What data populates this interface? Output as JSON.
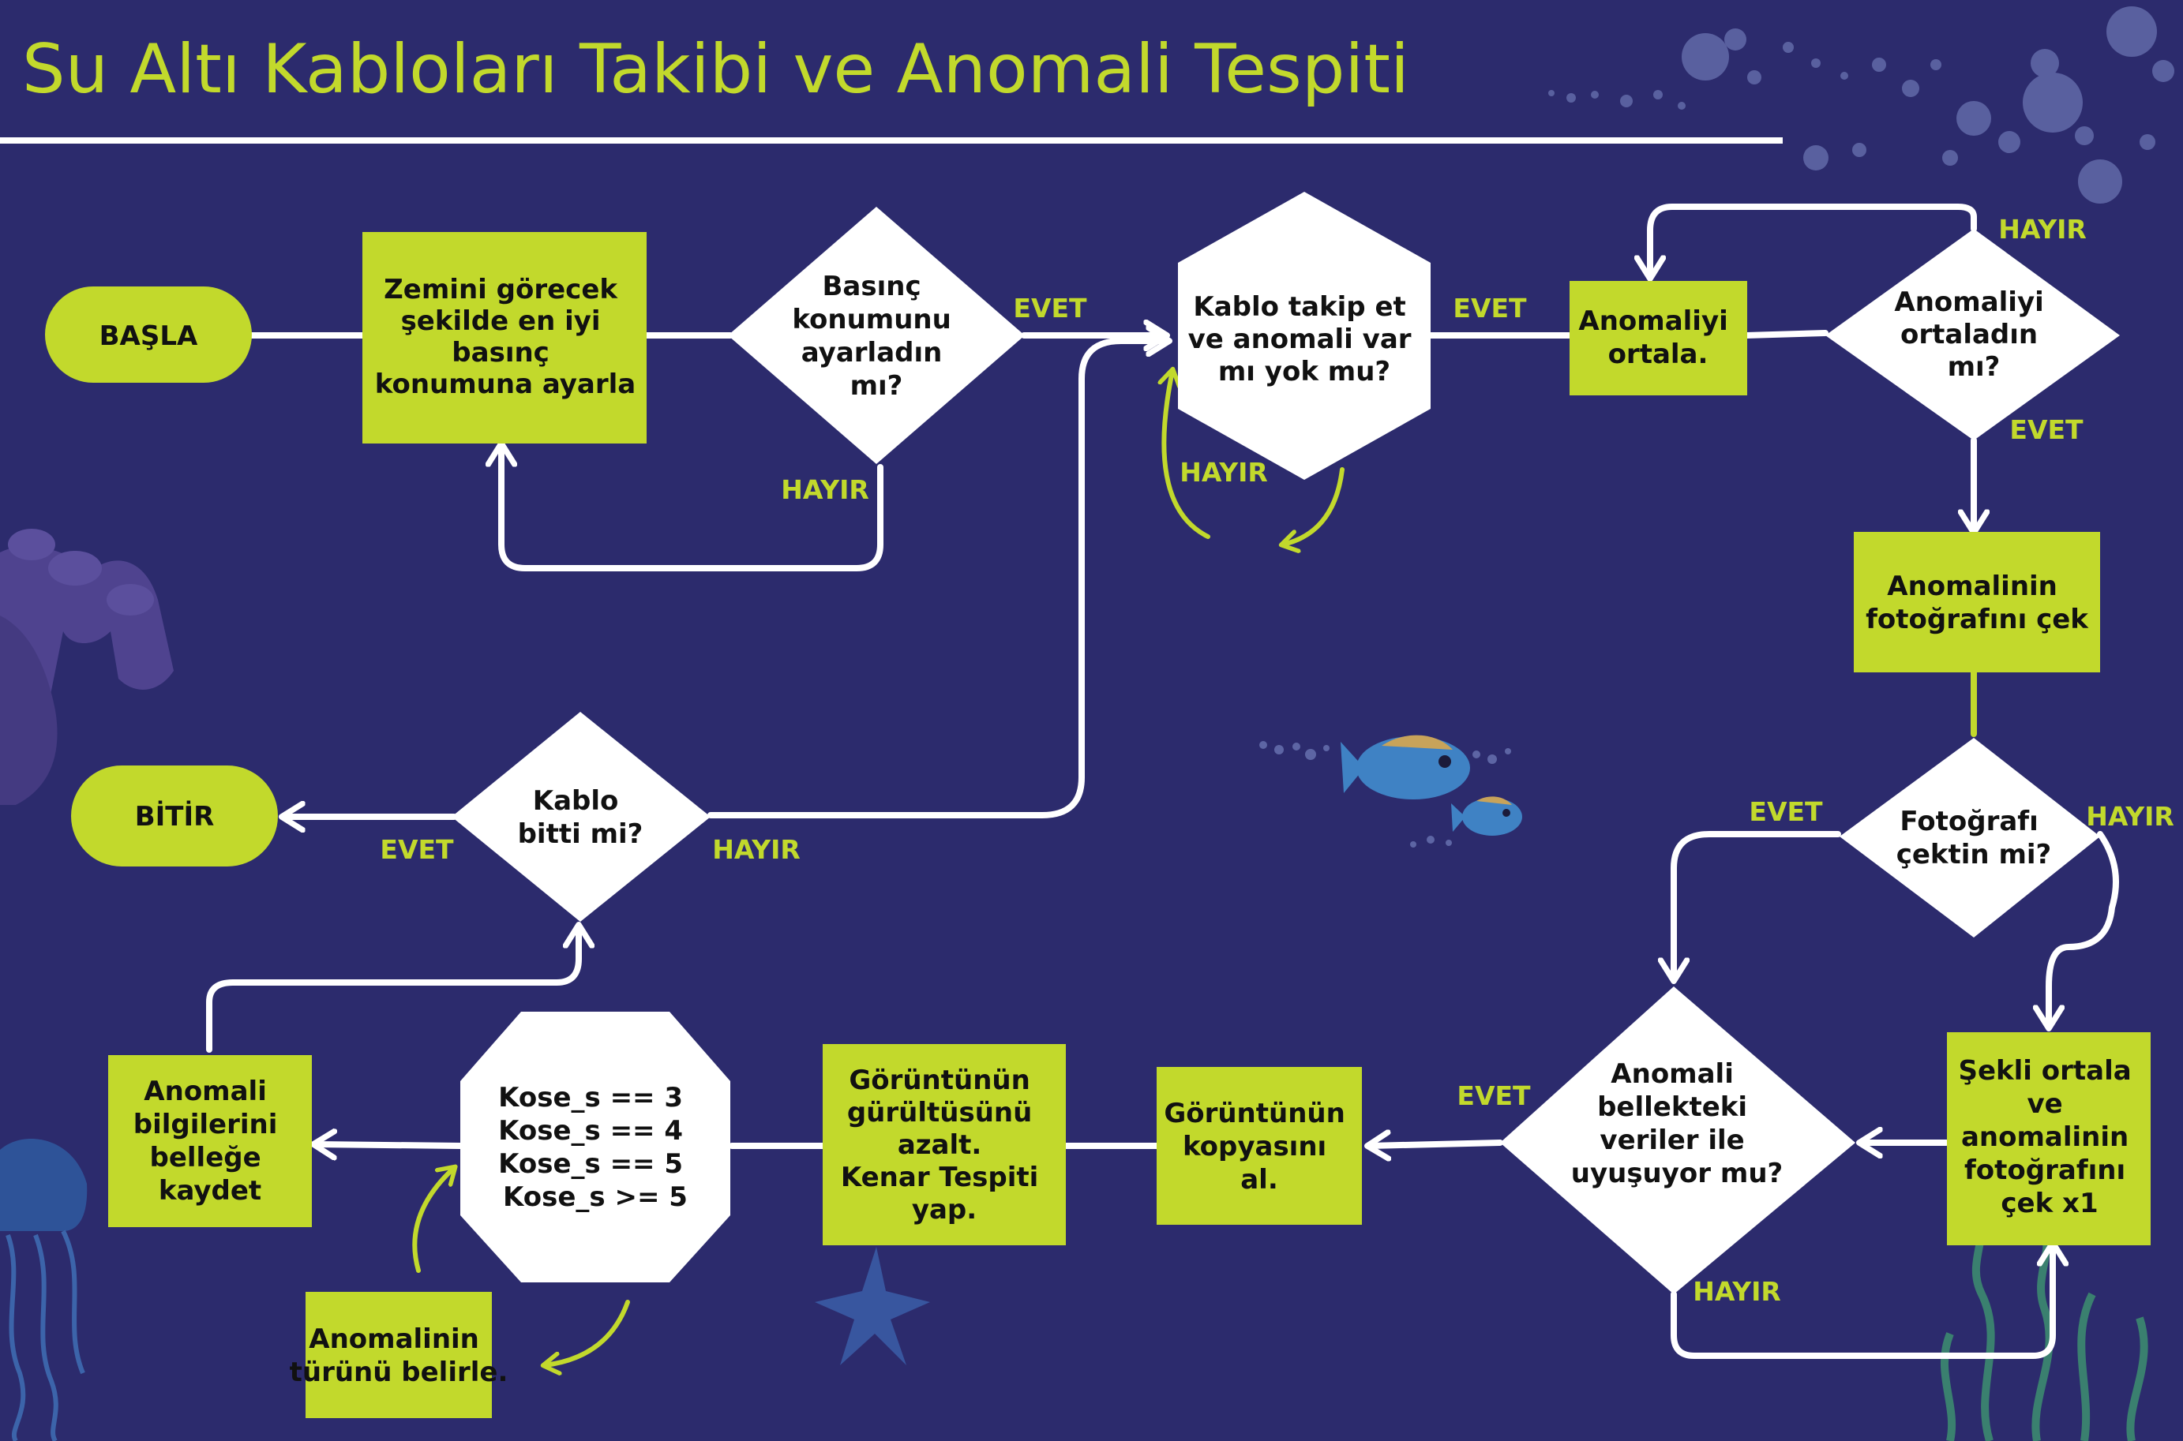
{
  "title": "Su Altı Kabloları Takibi ve Anomali Tespiti",
  "colors": {
    "background": "#2c2b6d",
    "accent": "#c2d92c",
    "node_white": "#ffffff",
    "text_dark": "#111111"
  },
  "nodes": {
    "start": [
      "BAŞLA"
    ],
    "set_pressure": [
      "Zemini görecek",
      "şekilde en iyi",
      "basınç",
      "konumuna ayarla"
    ],
    "pressure_check": [
      "Basınç",
      "konumunu",
      "ayarladın",
      "mı?"
    ],
    "follow_cable": [
      "Kablo takip et",
      "ve anomali var",
      "mı yok mu?"
    ],
    "center_anomaly": [
      "Anomaliyi",
      "ortala."
    ],
    "centered_check": [
      "Anomaliyi",
      "ortaladın",
      "mı?"
    ],
    "take_photo": [
      "Anomalinin",
      "fotoğrafını çek"
    ],
    "photo_check": [
      "Fotoğrafı",
      "çektin mi?"
    ],
    "center_shape": [
      "Şekli ortala",
      "ve",
      "anomalinin",
      "fotoğrafını",
      "çek x1"
    ],
    "memory_match": [
      "Anomali",
      "bellekteki",
      "veriler ile",
      "uyuşuyor mu?"
    ],
    "copy_image": [
      "Görüntünün",
      "kopyasını",
      "al."
    ],
    "reduce_noise": [
      "Görüntünün",
      "gürültüsünü",
      "azalt.",
      "Kenar Tespiti",
      "yap."
    ],
    "corners": [
      "Kose_s == 3",
      "Kose_s == 4",
      "Kose_s == 5",
      "Kose_s >= 5"
    ],
    "determine_type": [
      "Anomalinin",
      "türünü belirle."
    ],
    "save_memory": [
      "Anomali",
      "bilgilerini",
      "belleğe",
      "kaydet"
    ],
    "cable_end_check": [
      "Kablo",
      "bitti mi?"
    ],
    "end": [
      "BİTİR"
    ]
  },
  "labels": {
    "pressure_yes": "EVET",
    "pressure_no": "HAYIR",
    "follow_no": "HAYIR",
    "follow_yes": "EVET",
    "centered_no": "HAYIR",
    "centered_yes": "EVET",
    "photo_yes": "EVET",
    "photo_no": "HAYIR",
    "memory_yes": "EVET",
    "memory_no": "HAYIR",
    "end_yes": "EVET",
    "end_no": "HAYIR"
  },
  "decorations": [
    "bubbles-icon",
    "coral-icon",
    "jellyfish-icon",
    "fish-icon",
    "starfish-icon",
    "seaweed-icon"
  ]
}
